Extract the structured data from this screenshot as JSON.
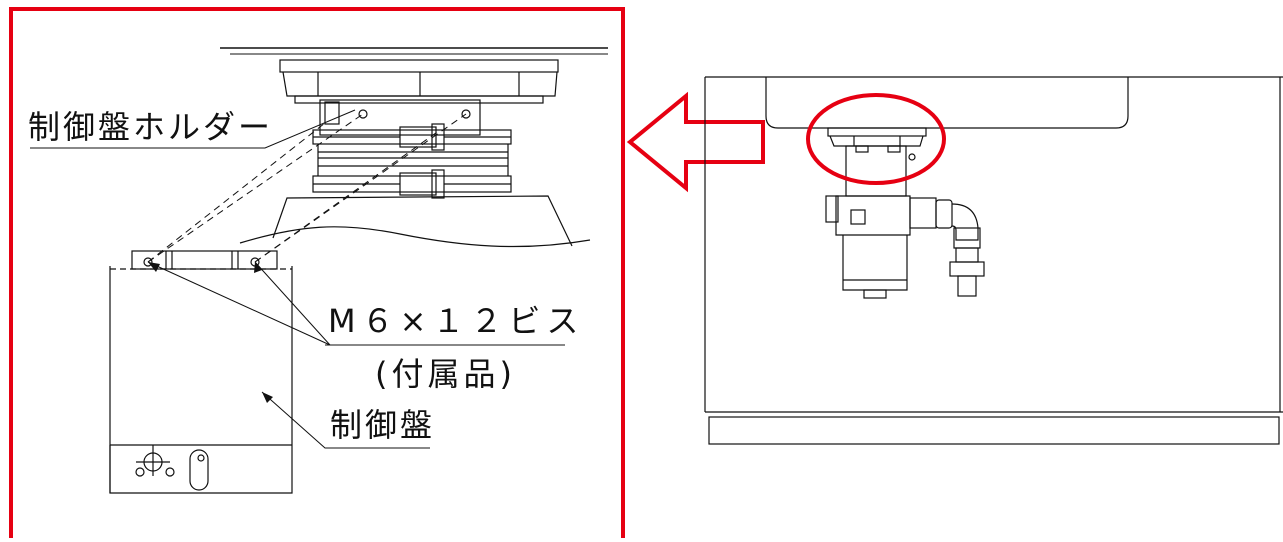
{
  "labels": {
    "holder": "制御盤ホルダー",
    "screw": "M６×１２ビス",
    "accessory": "(付属品)",
    "panel": "制御盤"
  },
  "colors": {
    "highlight": "#e60012",
    "line": "#111111",
    "background": "#ffffff"
  },
  "icons": {
    "direction_arrow": "left-arrow-icon"
  }
}
